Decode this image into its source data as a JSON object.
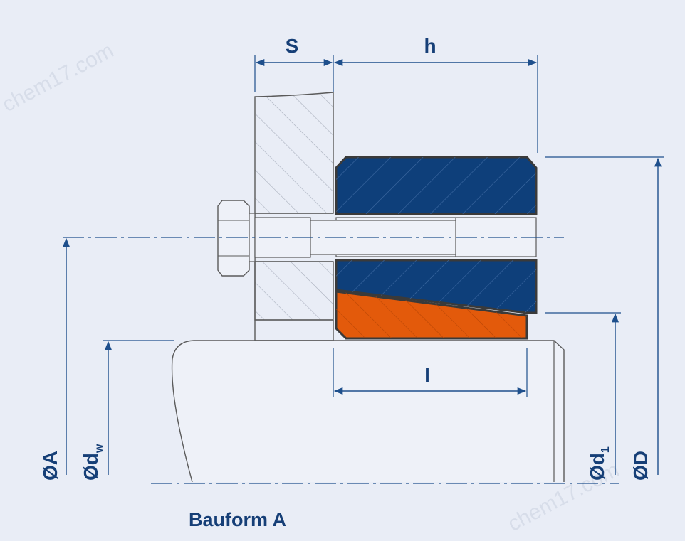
{
  "caption": "Bauform A",
  "watermark": "chem17.com",
  "dimensions": {
    "S": "S",
    "h": "h",
    "l": "l",
    "A": "ØA",
    "dw_main": "Ød",
    "dw_sub": "w",
    "d1_main": "Ød",
    "d1_sub": "1",
    "D": "ØD"
  },
  "colors": {
    "background": "#e9edf6",
    "dimension_line": "#1e4f8c",
    "outline": "#4a4a4a",
    "outer_ring": "#0e3f7a",
    "inner_ring": "#e35a0b",
    "hatch": "#9aa3b2"
  }
}
